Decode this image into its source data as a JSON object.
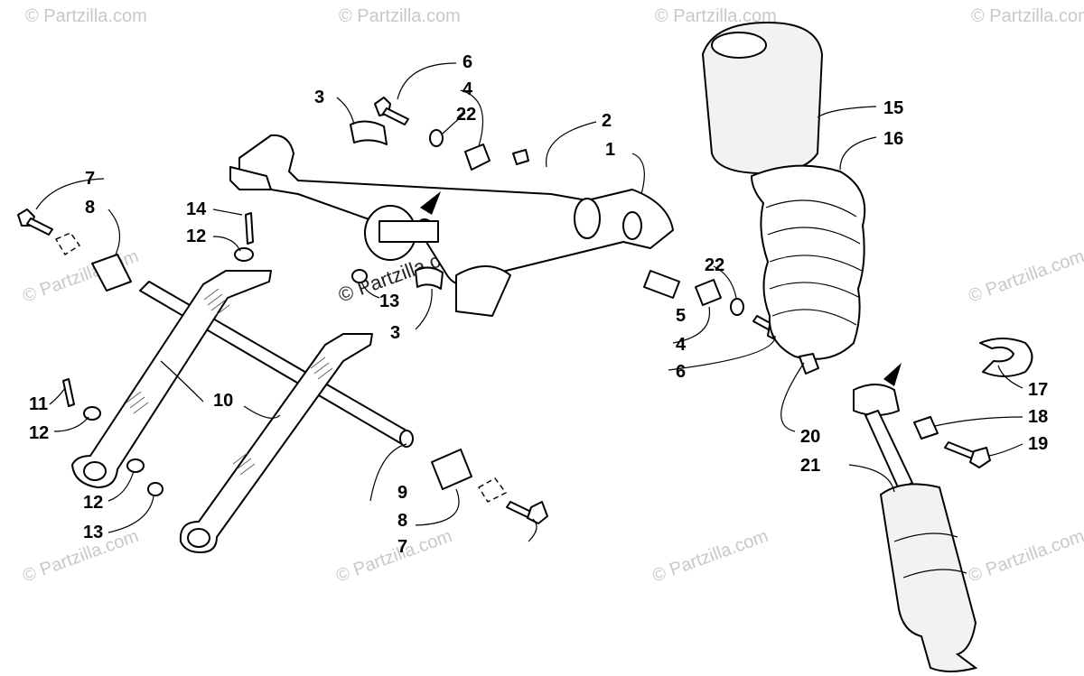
{
  "watermark": {
    "text": "© Partzilla.com",
    "color": "#c8c8c8"
  },
  "callouts": [
    {
      "id": "c1",
      "label": "1"
    },
    {
      "id": "c2",
      "label": "2"
    },
    {
      "id": "c3a",
      "label": "3"
    },
    {
      "id": "c3b",
      "label": "3"
    },
    {
      "id": "c4a",
      "label": "4"
    },
    {
      "id": "c4b",
      "label": "4"
    },
    {
      "id": "c5",
      "label": "5"
    },
    {
      "id": "c6a",
      "label": "6"
    },
    {
      "id": "c6b",
      "label": "6"
    },
    {
      "id": "c7a",
      "label": "7"
    },
    {
      "id": "c7b",
      "label": "7"
    },
    {
      "id": "c8a",
      "label": "8"
    },
    {
      "id": "c8b",
      "label": "8"
    },
    {
      "id": "c9",
      "label": "9"
    },
    {
      "id": "c10",
      "label": "10"
    },
    {
      "id": "c11",
      "label": "11"
    },
    {
      "id": "c12a",
      "label": "12"
    },
    {
      "id": "c12b",
      "label": "12"
    },
    {
      "id": "c12c",
      "label": "12"
    },
    {
      "id": "c13a",
      "label": "13"
    },
    {
      "id": "c13b",
      "label": "13"
    },
    {
      "id": "c14",
      "label": "14"
    },
    {
      "id": "c15",
      "label": "15"
    },
    {
      "id": "c16",
      "label": "16"
    },
    {
      "id": "c17",
      "label": "17"
    },
    {
      "id": "c18",
      "label": "18"
    },
    {
      "id": "c19",
      "label": "19"
    },
    {
      "id": "c20",
      "label": "20"
    },
    {
      "id": "c21",
      "label": "21"
    },
    {
      "id": "c22a",
      "label": "22"
    },
    {
      "id": "c22b",
      "label": "22"
    }
  ]
}
